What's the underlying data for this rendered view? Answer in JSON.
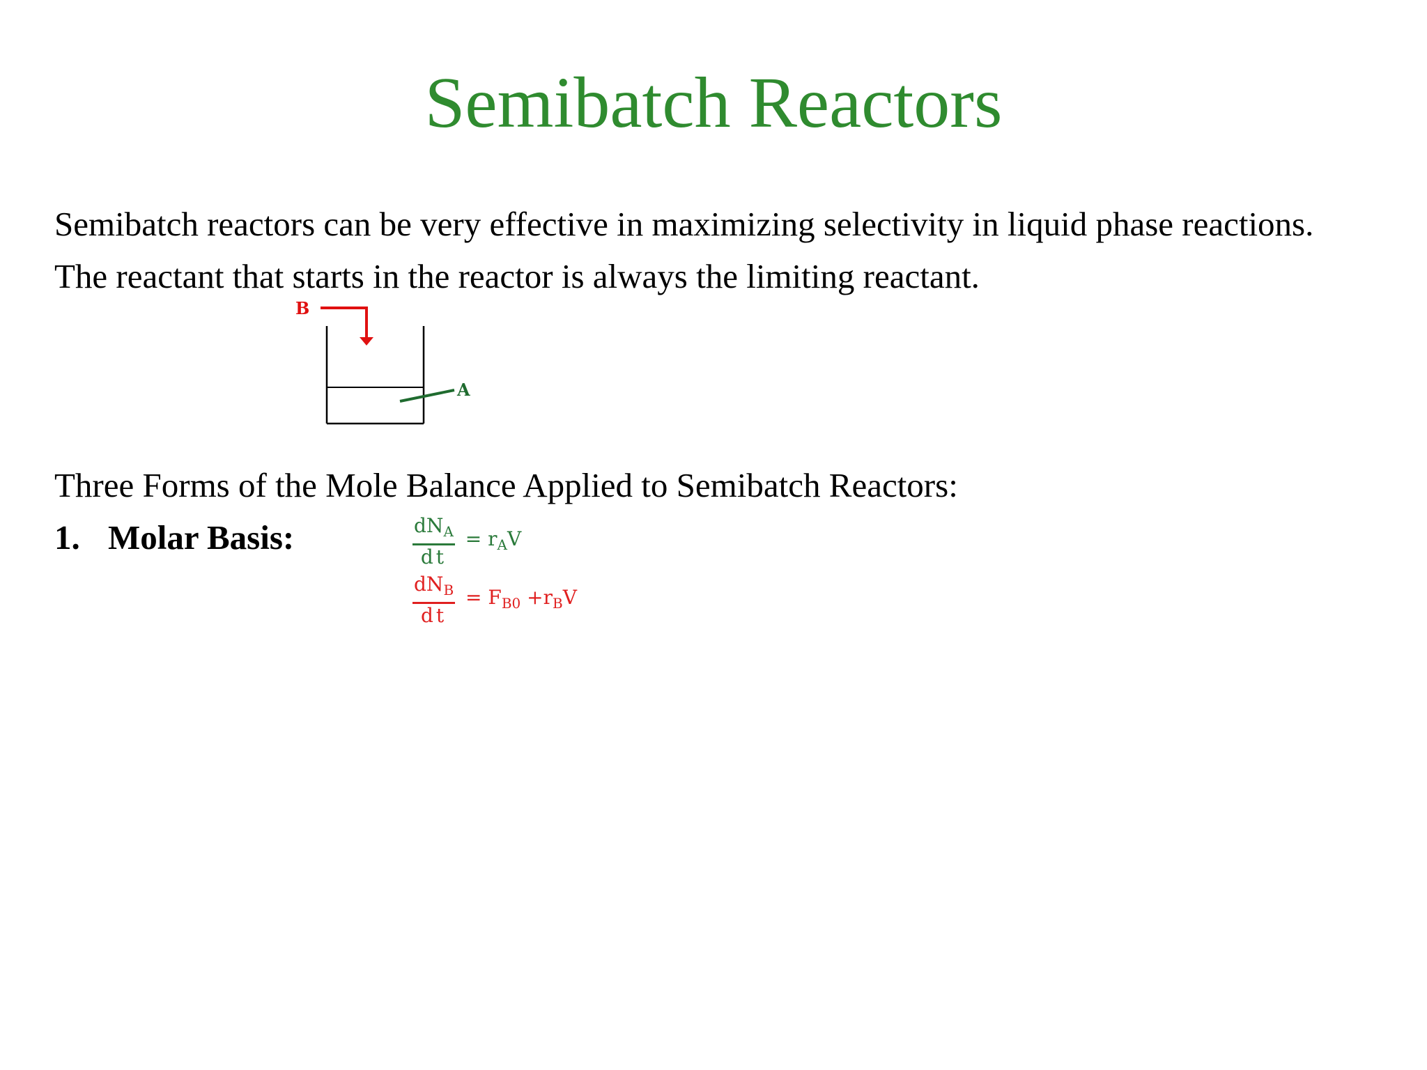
{
  "slide": {
    "title": "Semibatch Reactors",
    "intro_line1": "Semibatch reactors can be very effective in maximizing selectivity in liquid phase reactions.",
    "intro_line2": "The reactant that starts in the reactor is always the limiting reactant.",
    "forms_heading": "Three Forms of the Mole Balance Applied to Semibatch Reactors:",
    "item1_number": "1.",
    "item1_label": "Molar Basis:"
  },
  "diagram": {
    "feed_label": "B",
    "initial_charge_label": "A",
    "feed_color": "#e01010",
    "charge_color": "#1f6b2f"
  },
  "equations": {
    "eq_a": {
      "numerator": "dN",
      "numerator_sub": "A",
      "denominator": "dt",
      "rhs_main": "= r",
      "rhs_sub": "A",
      "rhs_tail": "V",
      "color": "#2a7a3a"
    },
    "eq_b": {
      "numerator": "dN",
      "numerator_sub": "B",
      "denominator": "dt",
      "rhs_f": "= F",
      "rhs_f_sub": "B0",
      "rhs_plus": " +r",
      "rhs_r_sub": "B",
      "rhs_tail": "V",
      "color": "#e02020"
    }
  },
  "colors": {
    "title": "#2f8b2f",
    "body_text": "#000000",
    "background": "#ffffff"
  }
}
